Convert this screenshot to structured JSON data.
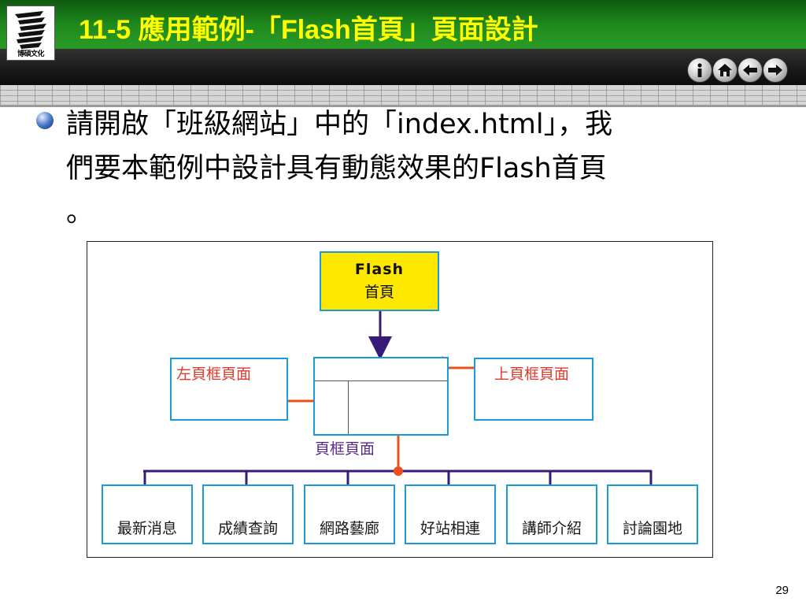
{
  "header": {
    "logo_text": "博碩文化",
    "title": "11-5 應用範例-「Flash首頁」頁面設計",
    "nav_buttons": [
      {
        "icon": "info-icon"
      },
      {
        "icon": "home-icon"
      },
      {
        "icon": "back-arrow-icon"
      },
      {
        "icon": "forward-arrow-icon"
      }
    ]
  },
  "content": {
    "lines": [
      "請開啟「班級網站」中的「index.html」，我",
      "們要本範例中設計具有動態效果的Flash首頁",
      "。"
    ]
  },
  "diagram": {
    "flash_title": "Flash",
    "flash_sub": "首頁",
    "left_frame": "左頁框頁面",
    "top_frame": "上頁框頁面",
    "frame_page": "頁框頁面",
    "leaves": [
      "最新消息",
      "成績查詢",
      "網路藝廊",
      "好站相連",
      "講師介紹",
      "討論園地"
    ],
    "colors": {
      "box_border": "#1a9ad6",
      "flash_fill": "#ffe800",
      "arrow_orange": "#e8501e",
      "connector_purple": "#3a1a78",
      "label_red": "#e23a2a",
      "label_purple": "#5a2a8a"
    }
  },
  "footer": {
    "page_number": "29"
  }
}
